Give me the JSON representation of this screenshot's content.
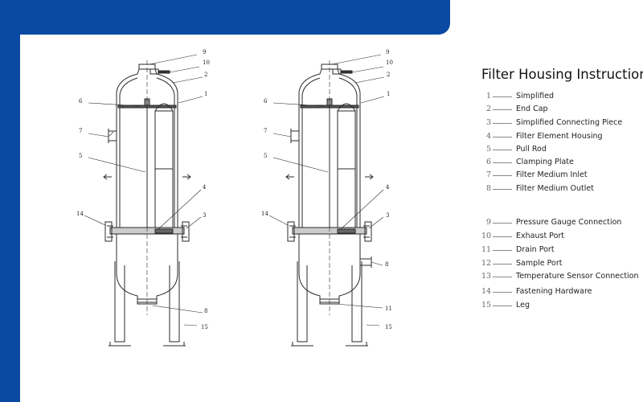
{
  "header": {
    "accent_color": "#0b4aa2"
  },
  "legend": {
    "title": "Filter Housing Instructions:",
    "items": [
      {
        "num": "1",
        "label": "Simplified"
      },
      {
        "num": "2",
        "label": "End Cap"
      },
      {
        "num": "3",
        "label": "Simplified Connecting Piece"
      },
      {
        "num": "4",
        "label": "Filter Element Housing"
      },
      {
        "num": "5",
        "label": "Pull Rod"
      },
      {
        "num": "6",
        "label": "Clamping Plate"
      },
      {
        "num": "7",
        "label": "Filter Medium Inlet"
      },
      {
        "num": "8",
        "label": "Filter Medium Outlet"
      },
      {
        "num": "9",
        "label": "Pressure Gauge Connection"
      },
      {
        "num": "10",
        "label": "Exhaust Port"
      },
      {
        "num": "11",
        "label": "Drain Port"
      },
      {
        "num": "12",
        "label": "Sample Port"
      },
      {
        "num": "13",
        "label": "Temperature Sensor Connection"
      },
      {
        "num": "14",
        "label": "Fastening Hardware"
      },
      {
        "num": "15",
        "label": "Leg"
      }
    ]
  },
  "diagram_left": {
    "callouts": [
      "9",
      "10",
      "2",
      "1",
      "6",
      "7",
      "5",
      "4",
      "14",
      "3",
      "8",
      "15"
    ]
  },
  "diagram_right": {
    "callouts": [
      "9",
      "10",
      "2",
      "1",
      "6",
      "7",
      "5",
      "4",
      "14",
      "3",
      "8",
      "11",
      "15"
    ]
  }
}
